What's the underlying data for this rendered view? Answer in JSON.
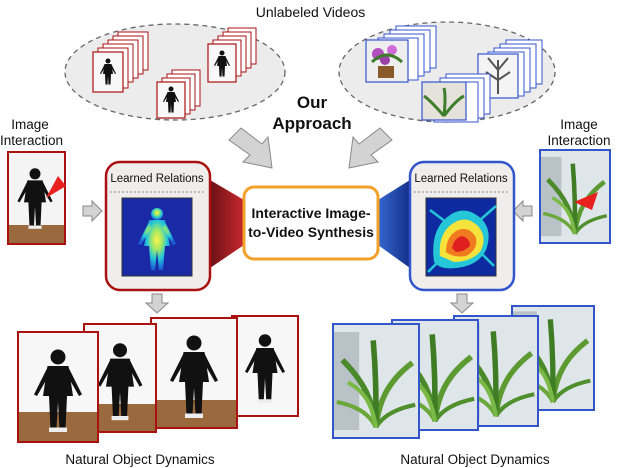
{
  "labels": {
    "unlabeled_videos": "Unlabeled Videos",
    "our_approach": "Our Approach",
    "image_interaction_left": "Image Interaction",
    "image_interaction_right": "Image Interaction",
    "learned_relations_left": "Learned Relations",
    "learned_relations_right": "Learned Relations",
    "center_box": "Interactive Image-to-Video Synthesis",
    "natural_dynamics_left": "Natural Object Dynamics",
    "natural_dynamics_right": "Natural Object Dynamics"
  },
  "icons": [
    "human-dancer-icon",
    "potted-plant-icon",
    "heatmap-icon",
    "arrow-icon"
  ],
  "colors": {
    "left_accent": "#b0242a",
    "right_accent": "#2f63c4",
    "center_border": "#f2a12a",
    "panel_fill": "#efeeec",
    "gray_arrow": "#cfcfcf"
  }
}
